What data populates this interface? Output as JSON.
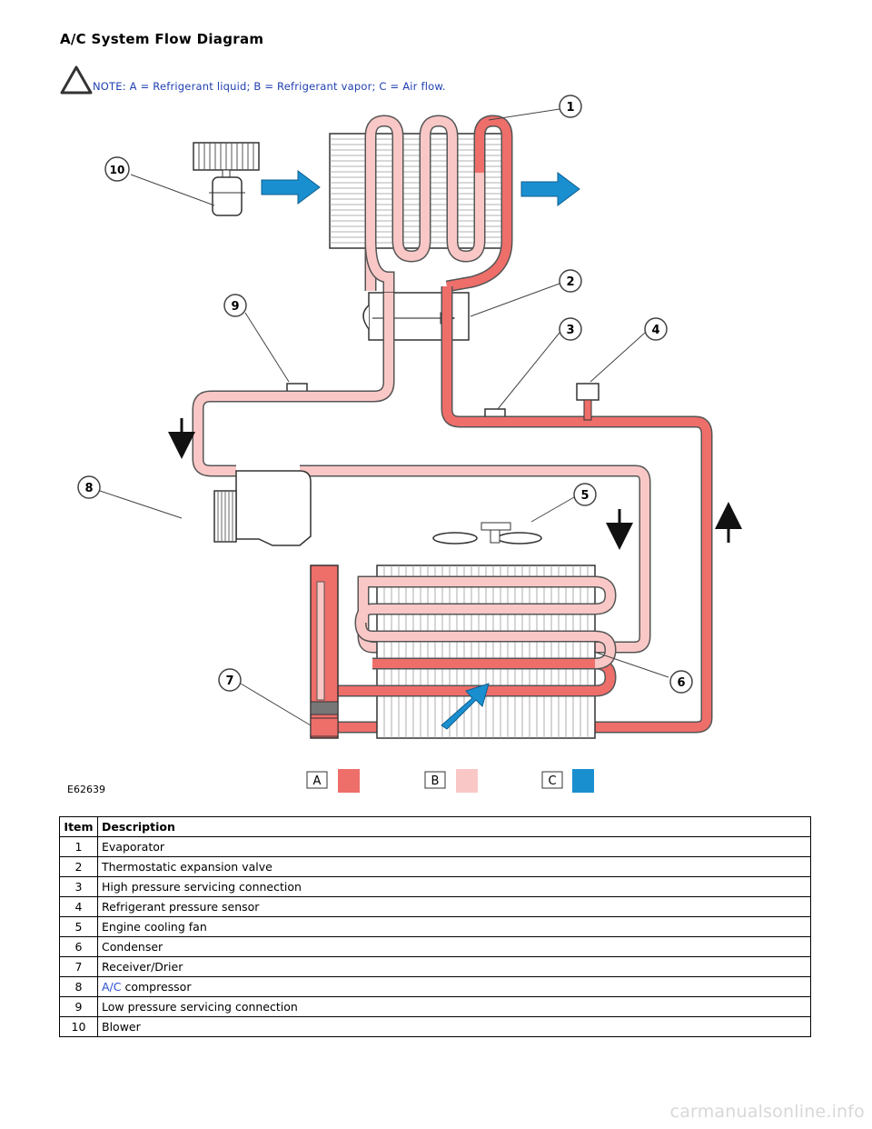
{
  "title": "A/C System Flow Diagram",
  "note": "NOTE: A = Refrigerant liquid; B = Refrigerant vapor; C = Air flow.",
  "figure_id": "E62639",
  "callouts": [
    "1",
    "2",
    "3",
    "4",
    "5",
    "6",
    "7",
    "8",
    "9",
    "10"
  ],
  "legend": [
    {
      "letter": "A",
      "color": "#ee6e6a"
    },
    {
      "letter": "B",
      "color": "#f9c8c6"
    },
    {
      "letter": "C",
      "color": "#1a8fd0"
    }
  ],
  "colors": {
    "liquid": "#ee6e6a",
    "vapor": "#f9c8c6",
    "air": "#1a8fd0",
    "link": "#2b4fd0"
  },
  "table": {
    "headers": {
      "item": "Item",
      "description": "Description"
    },
    "rows": [
      {
        "item": "1",
        "description": "Evaporator"
      },
      {
        "item": "2",
        "description": "Thermostatic expansion valve"
      },
      {
        "item": "3",
        "description": "High pressure servicing connection"
      },
      {
        "item": "4",
        "description": "Refrigerant pressure sensor"
      },
      {
        "item": "5",
        "description": "Engine cooling fan"
      },
      {
        "item": "6",
        "description": "Condenser"
      },
      {
        "item": "7",
        "description": "Receiver/Drier"
      },
      {
        "item": "8",
        "link": "A/C",
        "description": " compressor"
      },
      {
        "item": "9",
        "description": "Low pressure servicing connection"
      },
      {
        "item": "10",
        "description": "Blower"
      }
    ]
  },
  "footer": "carmanualsonline.info"
}
